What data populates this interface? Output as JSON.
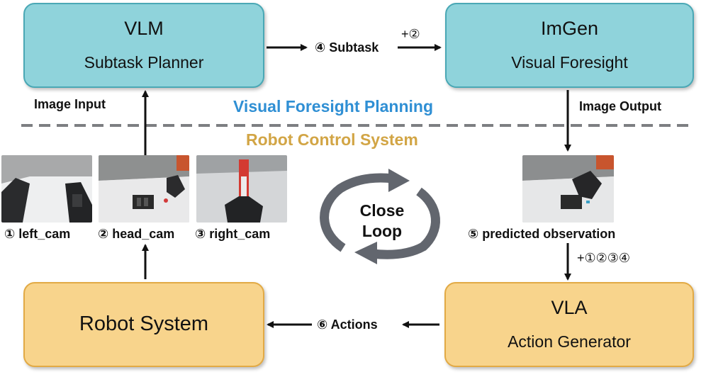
{
  "vlm": {
    "title": "VLM",
    "subtitle": "Subtask Planner"
  },
  "imgen": {
    "title": "ImGen",
    "subtitle": "Visual Foresight"
  },
  "vla": {
    "title": "VLA",
    "subtitle": "Action Generator"
  },
  "robot": {
    "title": "Robot System"
  },
  "labels": {
    "subtask": "④ Subtask",
    "plus_two": "+②",
    "image_input": "Image Input",
    "image_output": "Image Output",
    "visual_foresight_planning": "Visual Foresight Planning",
    "robot_control_system": "Robot Control System",
    "predicted_observation": "⑤ predicted observation",
    "plus_all": "+①②③④",
    "actions": "⑥ Actions",
    "close": "Close",
    "loop": "Loop"
  },
  "cams": {
    "left": "① left_cam",
    "head": "② head_cam",
    "right": "③ right_cam"
  },
  "colors": {
    "teal_fill": "#8fd3db",
    "amber_fill": "#f8d48c",
    "planning_blue": "#2f8fd4",
    "control_gold": "#d2a545",
    "loop_gray": "#62666e"
  }
}
